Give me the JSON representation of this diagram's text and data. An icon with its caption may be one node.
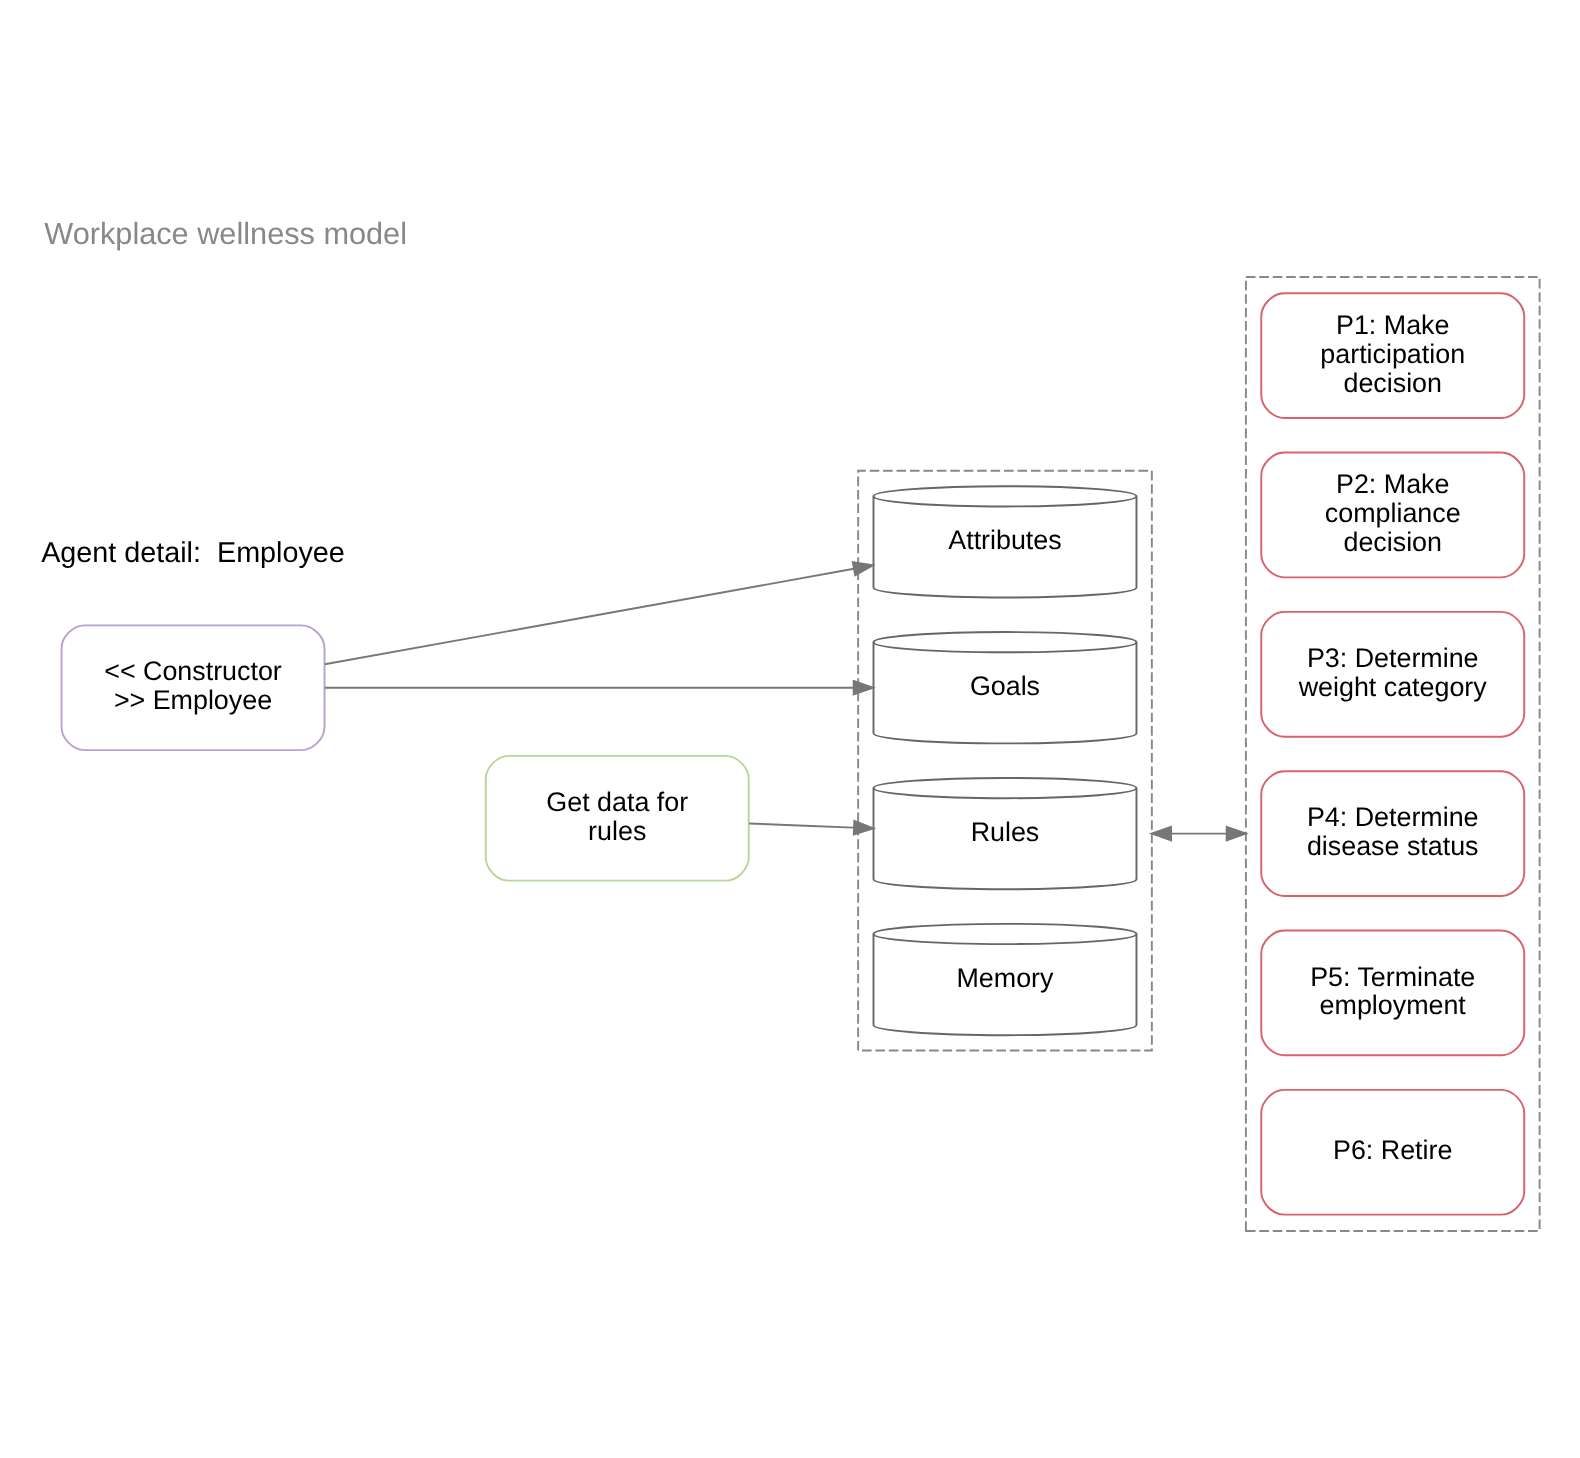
{
  "diagram": {
    "title": "Workplace wellness model",
    "nodes": [
      {
        "text": [
          "<< Constructor >> Employee"
        ]
      },
      {
        "text": [],
        "shape": "bracket"
      },
      {
        "text": [
          "Attributes"
        ],
        "in": 1
      },
      {
        "text": [
          "Goals"
        ],
        "in": 1
      },
      {
        "text": [
          "Rules"
        ],
        "in": 1
      },
      {
        "text": [
          "Memory"
        ],
        "in": 1
      },
      {
        "text": [
          "Get data for rules"
        ]
      },
      {
        "text": [],
        "shape": "bracket"
      },
      {
        "text": [
          "P1: Make participation decision"
        ],
        "in": 7
      },
      {
        "text": [
          "P2: Make compliance decision"
        ],
        "in": 7
      },
      {
        "text": [
          "P3: Determine weight category"
        ],
        "in": 7
      },
      {
        "text": [
          "P4: Determine disease status"
        ],
        "in": 7
      },
      {
        "text": [
          "P5: Terminate employment"
        ],
        "in": 7
      },
      {
        "text": [
          "P6: Retire"
        ],
        "in": 7
      }
    ],
    "edges": [
      {
        "from": 0,
        "to": 2,
        "arrow": "to"
      },
      {
        "from": 0,
        "to": 3,
        "arrow": "to"
      },
      {
        "from": 6,
        "to": 4,
        "arrow": "to"
      },
      {
        "from": 1,
        "to": 7,
        "arrow": "both"
      }
    ],
    "labels": [
      "Agent detail:  Employee"
    ]
  }
}
